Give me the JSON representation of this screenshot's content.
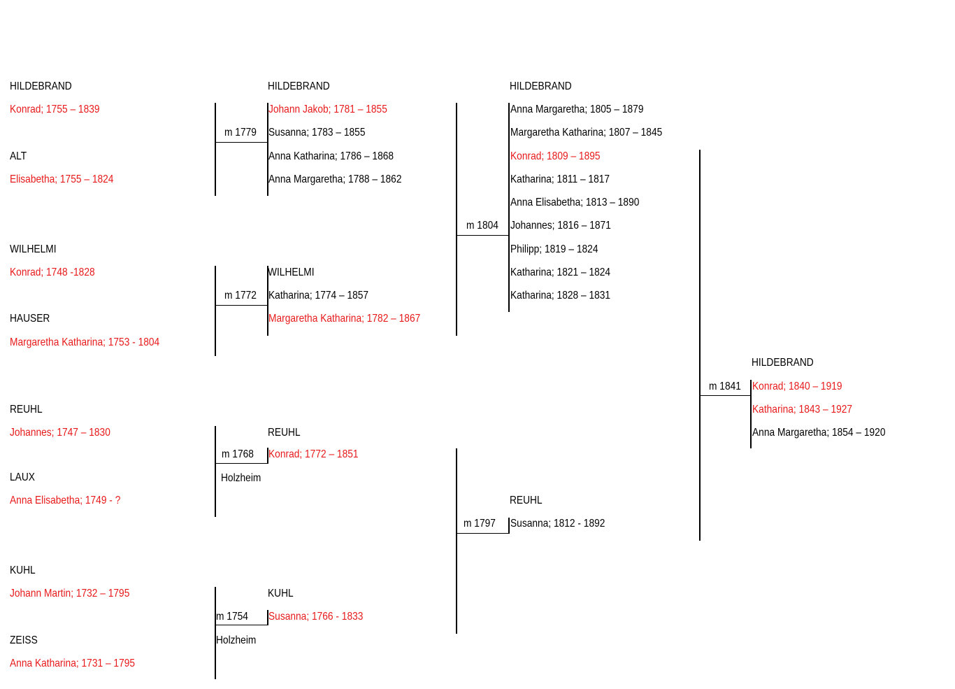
{
  "colors": {
    "highlight": "#e8191a",
    "text": "#000000",
    "line": "#000000"
  },
  "gen1": {
    "hildebrand": {
      "surname": "HILDEBRAND",
      "person": "Konrad; 1755 – 1839"
    },
    "alt": {
      "surname": "ALT",
      "person": "Elisabetha; 1755 – 1824"
    },
    "wilhelmi": {
      "surname": "WILHELMI",
      "person": "Konrad; 1748 -1828"
    },
    "hauser": {
      "surname": "HAUSER",
      "person": "Margaretha Katharina; 1753 - 1804"
    },
    "reuhl": {
      "surname": "REUHL",
      "person": "Johannes; 1747 – 1830"
    },
    "laux": {
      "surname": "LAUX",
      "person": "Anna Elisabetha; 1749 - ?"
    },
    "kuhl": {
      "surname": "KUHL",
      "person": "Johann Martin; 1732 – 1795"
    },
    "zeiss": {
      "surname": "ZEISS",
      "person": "Anna Katharina; 1731 – 1795"
    }
  },
  "marriages": {
    "m1779": {
      "label": "m 1779"
    },
    "m1772": {
      "label": "m 1772"
    },
    "m1768": {
      "label": "m 1768",
      "place": "Holzheim"
    },
    "m1754": {
      "label": "m 1754",
      "place": "Holzheim"
    },
    "m1804": {
      "label": "m 1804"
    },
    "m1797": {
      "label": "m 1797"
    },
    "m1841": {
      "label": "m 1841"
    }
  },
  "gen2": {
    "hildebrand": {
      "surname": "HILDEBRAND",
      "children": [
        "Johann Jakob; 1781 – 1855",
        "Susanna; 1783 – 1855",
        "Anna Katharina; 1786 – 1868",
        "Anna Margaretha; 1788 – 1862"
      ]
    },
    "wilhelmi": {
      "surname": "WILHELMI",
      "children": [
        "Katharina; 1774 – 1857",
        "Margaretha Katharina; 1782 – 1867"
      ]
    },
    "reuhl": {
      "surname": "REUHL",
      "children": [
        "Konrad; 1772 – 1851"
      ]
    },
    "kuhl": {
      "surname": "KUHL",
      "children": [
        "Susanna; 1766 - 1833"
      ]
    }
  },
  "gen3": {
    "hildebrand": {
      "surname": "HILDEBRAND",
      "children": [
        "Anna Margaretha; 1805 – 1879",
        "Margaretha Katharina; 1807 – 1845",
        "Konrad; 1809 – 1895",
        "Katharina; 1811 – 1817",
        "Anna Elisabetha; 1813 – 1890",
        "Johannes; 1816 – 1871",
        "Philipp; 1819 – 1824",
        "Katharina; 1821 – 1824",
        "Katharina; 1828 – 1831"
      ]
    },
    "reuhl": {
      "surname": "REUHL",
      "children": [
        "Susanna; 1812 - 1892"
      ]
    }
  },
  "gen4": {
    "hildebrand": {
      "surname": "HILDEBRAND",
      "children": [
        "Konrad; 1840 – 1919",
        "Katharina; 1843 – 1927",
        "Anna Margaretha; 1854 – 1920"
      ]
    }
  }
}
